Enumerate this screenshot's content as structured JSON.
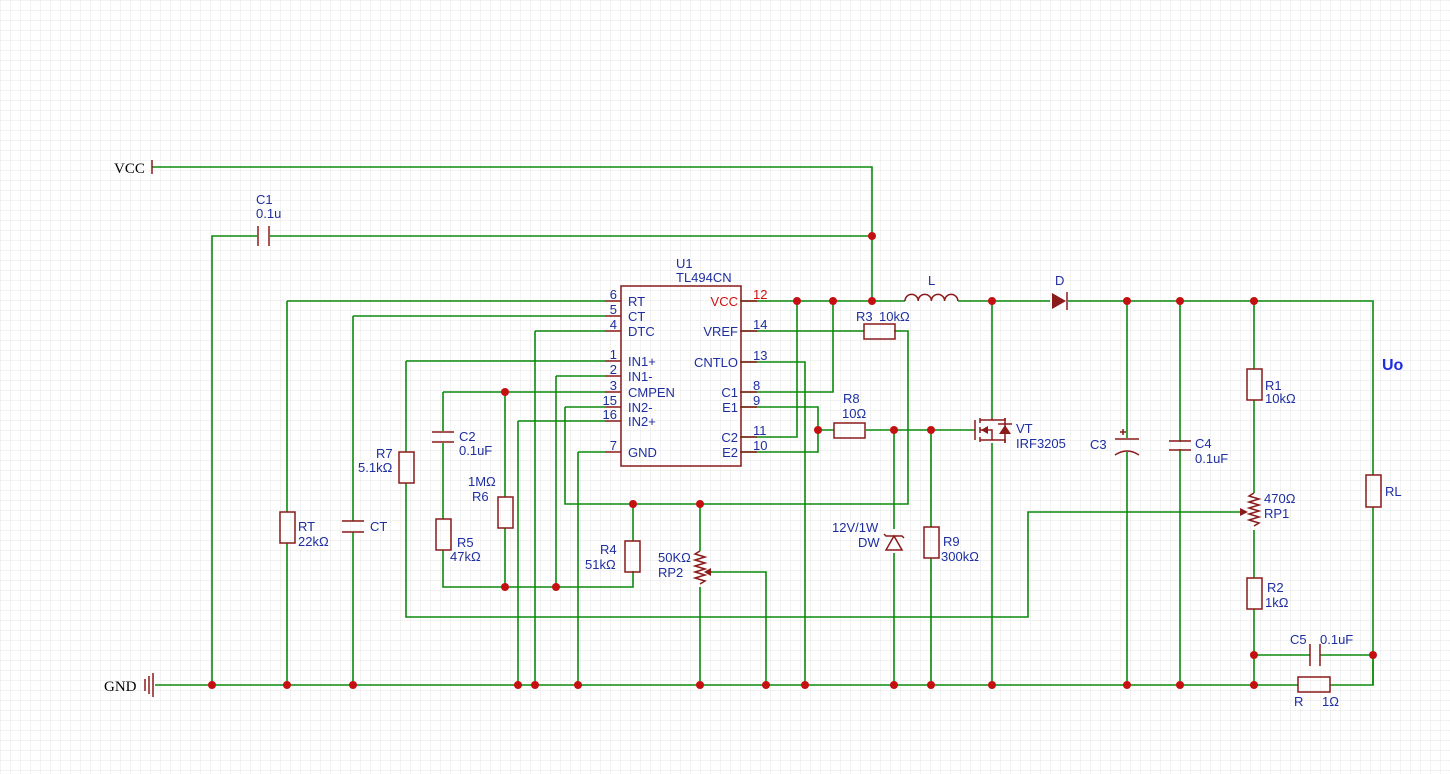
{
  "nets": {
    "vcc": "VCC",
    "gnd": "GND",
    "uo": "Uo"
  },
  "ic": {
    "ref": "U1",
    "part": "TL494CN",
    "left_pins": [
      {
        "num": "6",
        "name": "RT"
      },
      {
        "num": "5",
        "name": "CT"
      },
      {
        "num": "4",
        "name": "DTC"
      },
      {
        "num": "1",
        "name": "IN1+"
      },
      {
        "num": "2",
        "name": "IN1-"
      },
      {
        "num": "3",
        "name": "CMPEN"
      },
      {
        "num": "15",
        "name": "IN2-"
      },
      {
        "num": "16",
        "name": "IN2+"
      },
      {
        "num": "7",
        "name": "GND"
      }
    ],
    "right_pins": [
      {
        "num": "12",
        "name": "VCC"
      },
      {
        "num": "14",
        "name": "VREF"
      },
      {
        "num": "13",
        "name": "CNTLO"
      },
      {
        "num": "8",
        "name": "C1"
      },
      {
        "num": "9",
        "name": "E1"
      },
      {
        "num": "11",
        "name": "C2"
      },
      {
        "num": "10",
        "name": "E2"
      }
    ]
  },
  "components": {
    "c1": {
      "ref": "C1",
      "value": "0.1u"
    },
    "rt": {
      "ref": "RT",
      "value": "22kΩ"
    },
    "ct": {
      "ref": "CT"
    },
    "r7": {
      "ref": "R7",
      "value": "5.1kΩ"
    },
    "c2": {
      "ref": "C2",
      "value": "0.1uF"
    },
    "r5": {
      "ref": "R5",
      "value": "47kΩ"
    },
    "r6": {
      "ref": "R6",
      "value": "1MΩ"
    },
    "r4": {
      "ref": "R4",
      "value": "51kΩ"
    },
    "rp2": {
      "ref": "RP2",
      "value": "50KΩ"
    },
    "r3": {
      "ref": "R3",
      "value": "10kΩ"
    },
    "r8": {
      "ref": "R8",
      "value": "10Ω"
    },
    "l": {
      "ref": "L"
    },
    "d": {
      "ref": "D"
    },
    "vt": {
      "ref": "VT",
      "value": "IRF3205"
    },
    "dw": {
      "ref": "DW",
      "value": "12V/1W"
    },
    "r9": {
      "ref": "R9",
      "value": "300kΩ"
    },
    "c3": {
      "ref": "C3"
    },
    "c4": {
      "ref": "C4",
      "value": "0.1uF"
    },
    "r1": {
      "ref": "R1",
      "value": "10kΩ"
    },
    "rp1": {
      "ref": "RP1",
      "value": "470Ω"
    },
    "r2": {
      "ref": "R2",
      "value": "1kΩ"
    },
    "rl": {
      "ref": "RL"
    },
    "c5": {
      "ref": "C5",
      "value": "0.1uF"
    },
    "r": {
      "ref": "R",
      "value": "1Ω"
    }
  },
  "colors": {
    "grid": "#e6e6e6",
    "wire": "#0b8a0b",
    "component": "#8b1a1a",
    "junction": "#c41010",
    "label": "#1e2ea0"
  }
}
